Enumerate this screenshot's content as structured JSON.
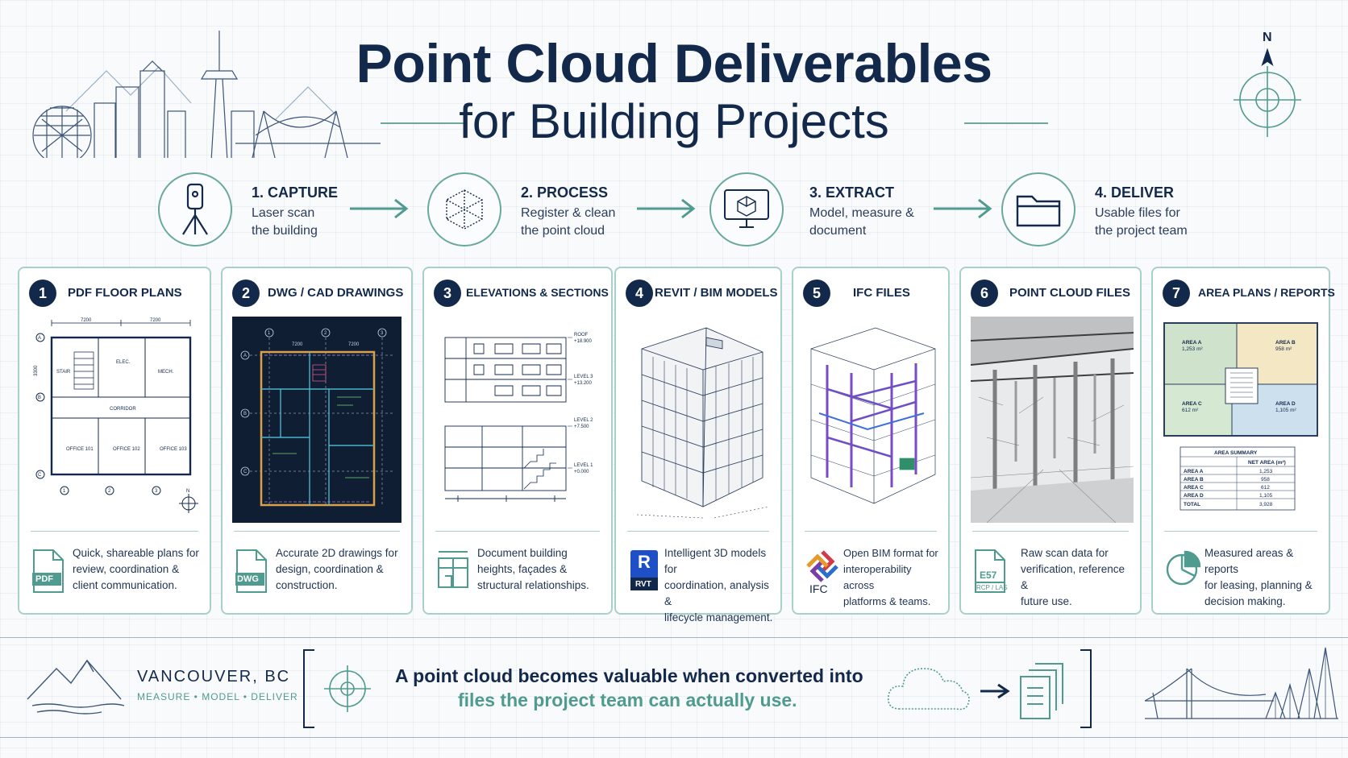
{
  "header": {
    "title": "Point Cloud Deliverables",
    "subtitle": "for Building Projects",
    "compass_label": "N"
  },
  "steps": [
    {
      "title": "1. CAPTURE",
      "desc": "Laser scan\nthe building",
      "icon": "laser-scanner-icon"
    },
    {
      "title": "2. PROCESS",
      "desc": "Register & clean\nthe point cloud",
      "icon": "point-cloud-cube-icon"
    },
    {
      "title": "3. EXTRACT",
      "desc": "Model, measure &\ndocument",
      "icon": "monitor-model-icon"
    },
    {
      "title": "4. DELIVER",
      "desc": "Usable files for\nthe project team",
      "icon": "folder-icon"
    }
  ],
  "cards": [
    {
      "num": "1",
      "title": "PDF FLOOR PLANS",
      "desc": "Quick, shareable plans for\nreview, coordination &\nclient communication.",
      "badge": "PDF",
      "icon": "pdf-file-icon",
      "plan": {
        "dims": [
          "7200",
          "7200"
        ],
        "grid_rows": [
          "A",
          "B",
          "C"
        ],
        "grid_cols": [
          "1",
          "2",
          "3"
        ],
        "side_dim": "3300",
        "rooms": [
          "STAIR",
          "ELEC.",
          "MECH.",
          "CORRIDOR",
          "OFFICE\n101",
          "OFFICE\n102",
          "OFFICE\n103"
        ],
        "north": "N"
      }
    },
    {
      "num": "2",
      "title": "DWG / CAD DRAWINGS",
      "desc": "Accurate 2D drawings for\ndesign, coordination &\nconstruction.",
      "badge": "DWG",
      "icon": "dwg-file-icon",
      "plan": {
        "dims": [
          "7200",
          "7200"
        ],
        "grid_rows": [
          "A",
          "B",
          "C"
        ],
        "grid_cols": [
          "1",
          "2",
          "3"
        ]
      }
    },
    {
      "num": "3",
      "title": "ELEVATIONS & SECTIONS",
      "desc": "Document building\nheights, façades &\nstructural relationships.",
      "icon": "elevation-section-icon",
      "levels": [
        {
          "name": "ROOF",
          "value": "+18.900"
        },
        {
          "name": "LEVEL 3",
          "value": "+13.200"
        },
        {
          "name": "LEVEL 2",
          "value": "+7.500"
        },
        {
          "name": "LEVEL 1",
          "value": "+0.000"
        }
      ]
    },
    {
      "num": "4",
      "title": "REVIT / BIM MODELS",
      "desc": "Intelligent 3D models for\ncoordination, analysis &\nlifecycle management.",
      "badge": "RVT",
      "badge_letter": "R",
      "icon": "revit-file-icon"
    },
    {
      "num": "5",
      "title": "IFC FILES",
      "desc": "Open BIM format for\ninteroperability across\nplatforms & teams.",
      "badge": "IFC",
      "icon": "ifc-logo-icon"
    },
    {
      "num": "6",
      "title": "POINT CLOUD FILES",
      "desc": "Raw scan data for\nverification, reference &\nfuture use.",
      "badge": "E57",
      "badge_sub": "RCP / LAS",
      "icon": "e57-file-icon"
    },
    {
      "num": "7",
      "title": "AREA PLANS / REPORTS",
      "desc": "Measured areas & reports\nfor leasing, planning &\ndecision making.",
      "icon": "pie-chart-icon",
      "areas": [
        {
          "name": "AREA A",
          "value": "1,253 m²",
          "color": "#cfe3cc"
        },
        {
          "name": "AREA B",
          "value": "958 m²",
          "color": "#f3e7c4"
        },
        {
          "name": "AREA C",
          "value": "612 m²",
          "color": "#d4e8d2"
        },
        {
          "name": "AREA D",
          "value": "1,105 m²",
          "color": "#cde0ee"
        }
      ],
      "summary": {
        "title": "AREA SUMMARY",
        "col_header": "NET AREA (m²)",
        "rows": [
          [
            "AREA A",
            "1,253"
          ],
          [
            "AREA B",
            "958"
          ],
          [
            "AREA C",
            "612"
          ],
          [
            "AREA D",
            "1,105"
          ],
          [
            "TOTAL",
            "3,928"
          ]
        ]
      }
    }
  ],
  "footer": {
    "city": "VANCOUVER, BC",
    "tagline": "MEASURE  •  MODEL  •  DELIVER",
    "line1": "A point cloud becomes valuable when converted into",
    "line2": "files the project team can actually use."
  },
  "colors": {
    "navy": "#13294b",
    "teal": "#4f9b8f",
    "card_border": "#a9d0c8"
  }
}
